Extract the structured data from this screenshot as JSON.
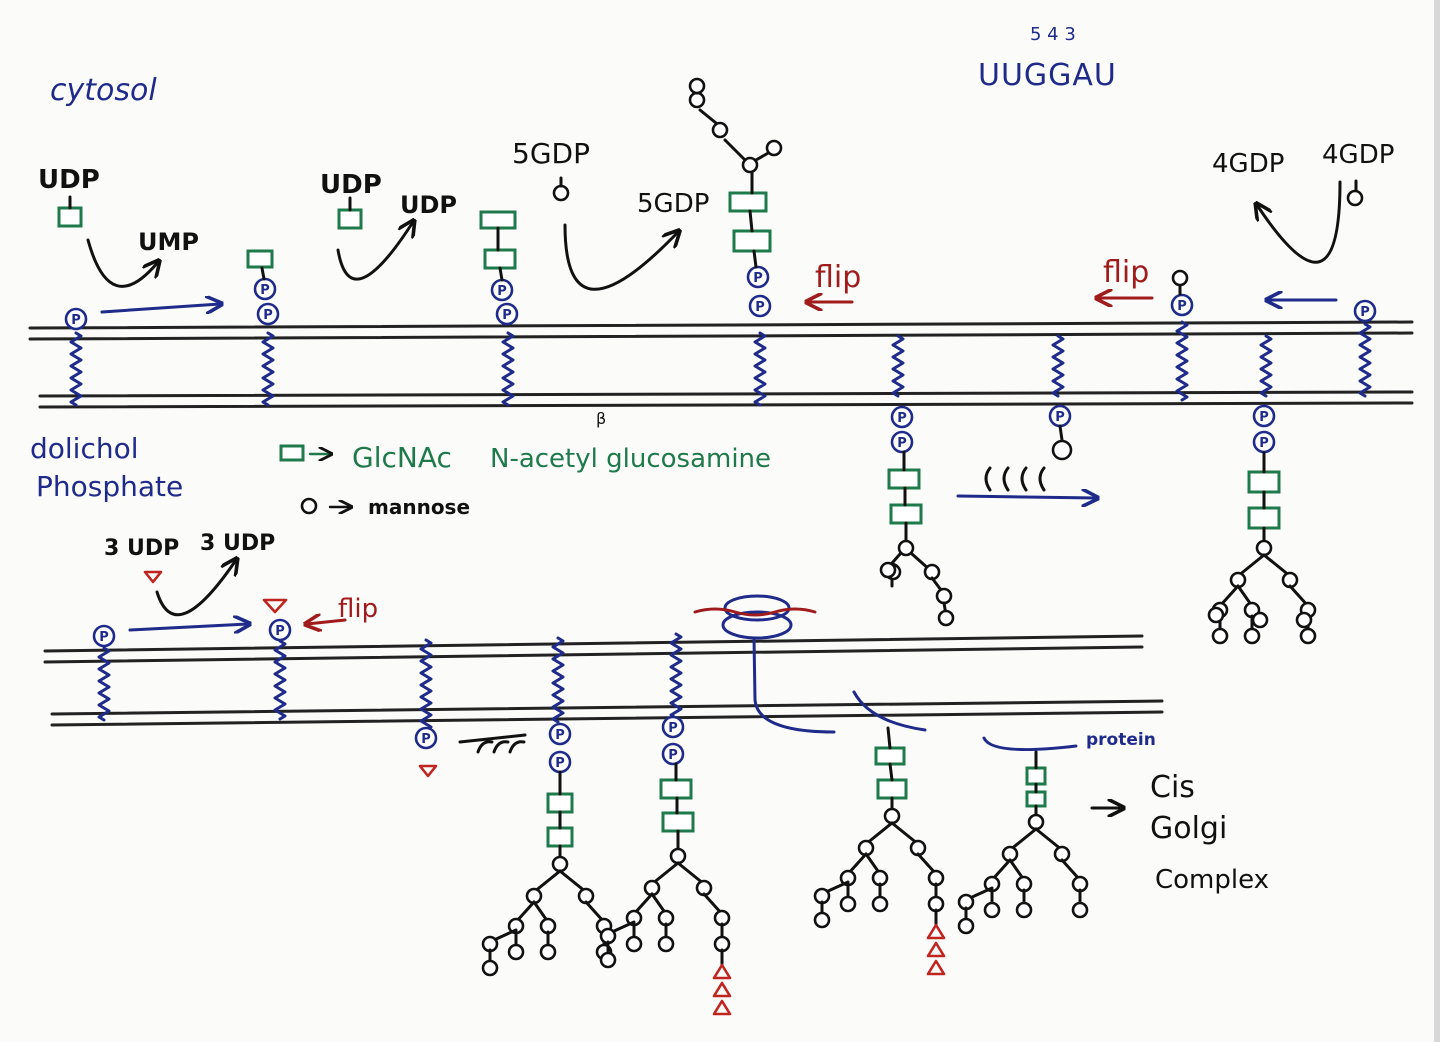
{
  "labels": {
    "cytosol": "cytosol",
    "codon_numbers": "5 4 3",
    "codon": "UUGGAU",
    "udp_top_left": "UDP",
    "ump": "UMP",
    "udp_pair_in": "UDP",
    "udp_pair_out": "UDP",
    "gdp5_in": "5GDP",
    "gdp5_out": "5GDP",
    "gdp4_out": "4GDP",
    "gdp4_in": "4GDP",
    "flip_1": "flip",
    "flip_2": "flip",
    "flip_3": "flip",
    "dolichol_phosphate": "dolichol\nPhosphate",
    "legend_square": "GlcNAc",
    "legend_square_full": "N-acetyl glucosamine",
    "legend_beta": "β",
    "legend_circle": "mannose",
    "udp3_in": "3 UDP",
    "udp3_out": "3 UDP",
    "protein": "protein",
    "destination": "Cis\nGolgi\nComplex",
    "phosphate_symbol": "P"
  },
  "colors": {
    "blue_ink": "#1f2b8a",
    "black_ink": "#111111",
    "green_ink": "#1e7a4a",
    "red_ink": "#a01c1c",
    "glucose_triangle": "#c0241f"
  },
  "legend": [
    {
      "symbol": "square-icon",
      "meaning": "GlcNAc"
    },
    {
      "symbol": "circle-icon",
      "meaning": "mannose"
    }
  ]
}
